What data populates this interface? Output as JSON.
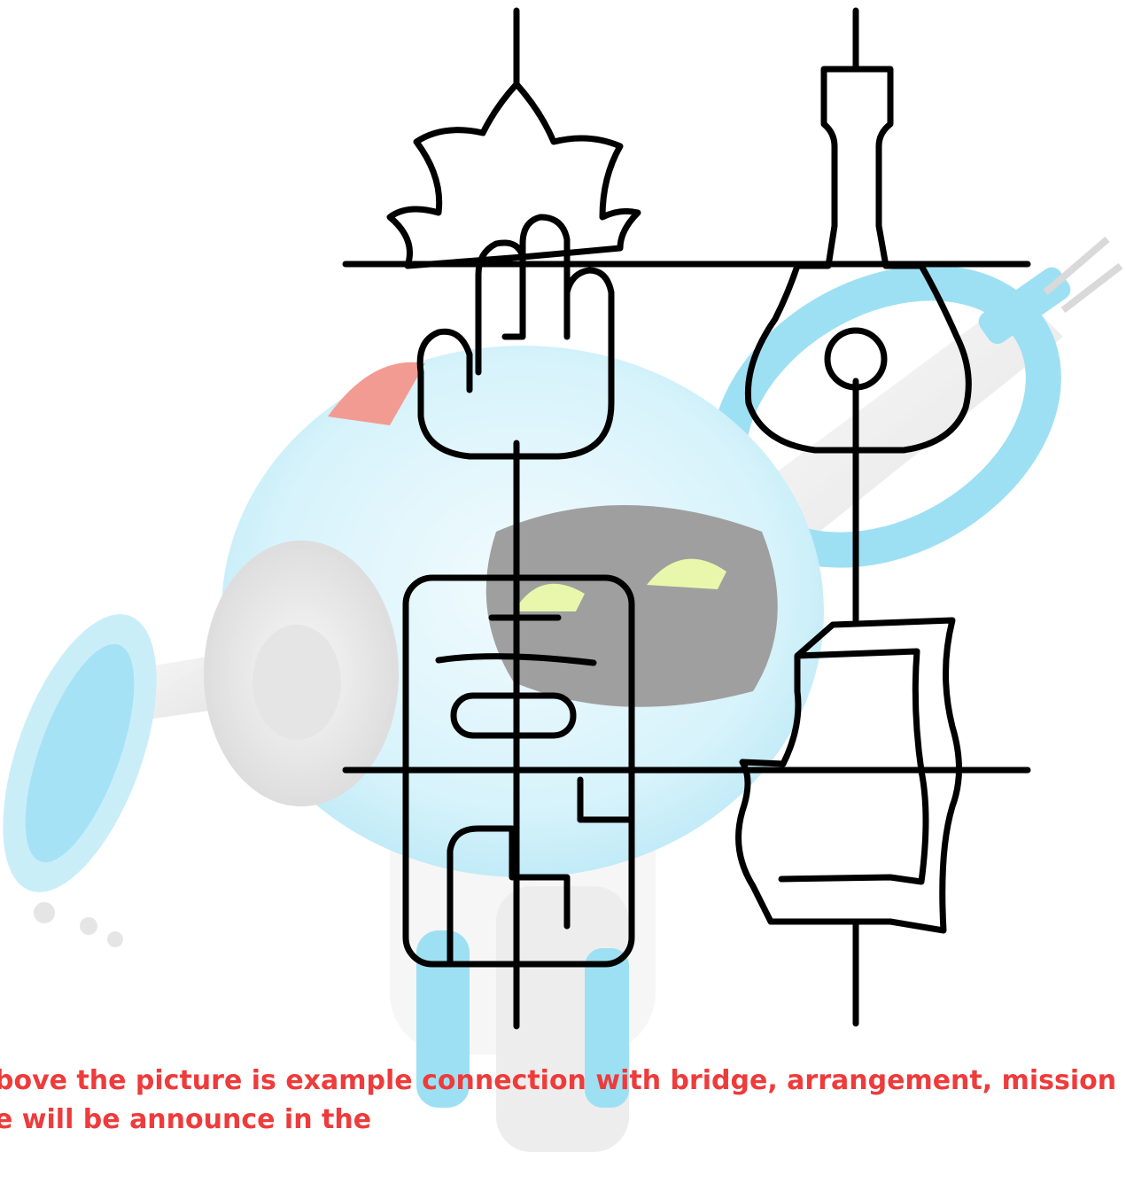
{
  "caption": {
    "line1": "bove the picture is example connection with bridge, arrangement, mission ar",
    "line2": "e will be announce in the",
    "color": "#ee3b3b"
  },
  "illustration": {
    "background_figure": "robot-mascot",
    "foreground_figure": "line-art-grid",
    "symbols": [
      "flame-icon",
      "hand-icon",
      "guitar-icon",
      "glyph-icon",
      "scroll-icon"
    ],
    "accent_colors": {
      "robot_body": "#4fc6ea",
      "robot_eye": "#d8f06a",
      "robot_antenna": "#e84a3a",
      "line_art": "#000000"
    }
  }
}
